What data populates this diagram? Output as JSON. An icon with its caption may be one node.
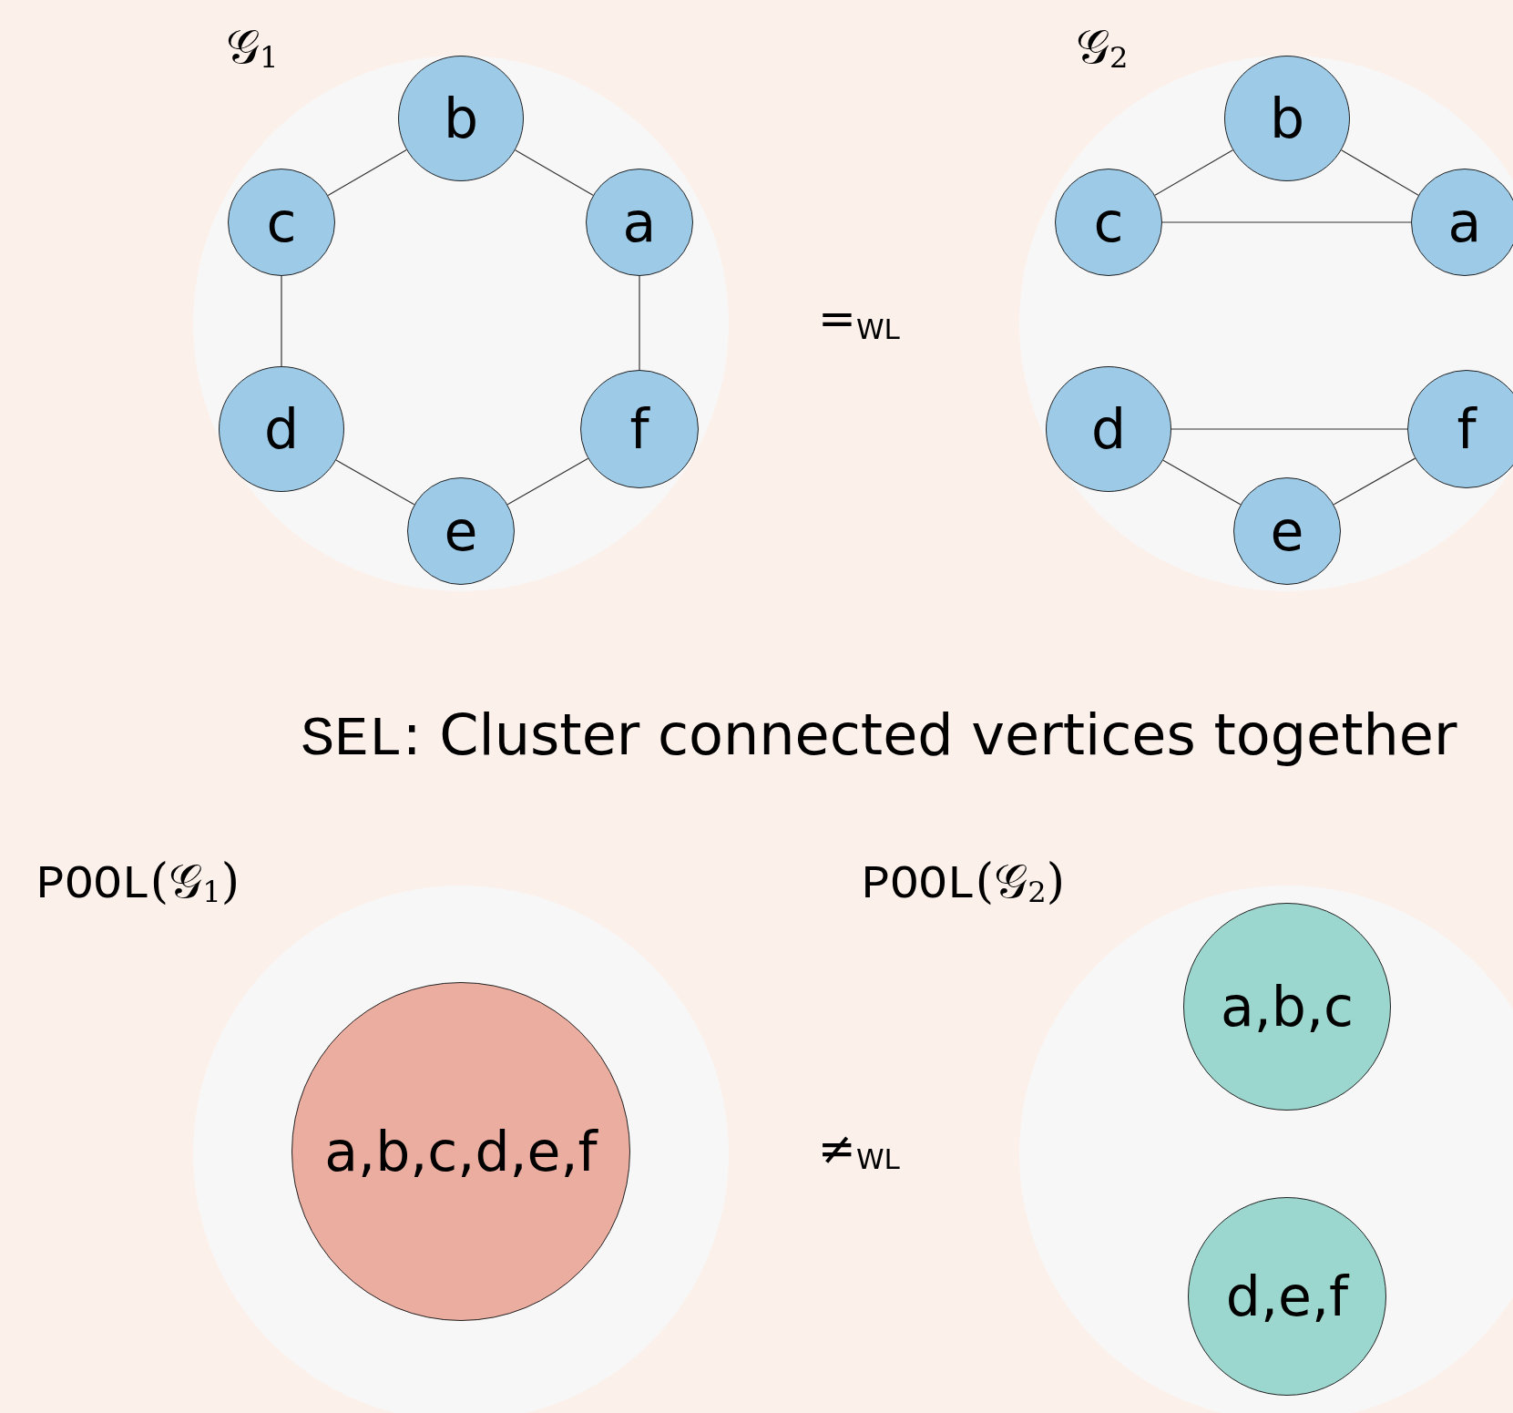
{
  "diagram": {
    "nodes": [
      {
        "text": [
          "𝒢$_{1}$"
        ]
      },
      {
        "text": [
          "b"
        ],
        "in": 0
      },
      {
        "text": [
          "c"
        ],
        "in": 0
      },
      {
        "text": [
          "a"
        ],
        "in": 0
      },
      {
        "text": [
          "d"
        ],
        "in": 0
      },
      {
        "text": [
          "f"
        ],
        "in": 0
      },
      {
        "text": [
          "e"
        ],
        "in": 0
      },
      {
        "text": [
          "𝒢$_{2}$"
        ]
      },
      {
        "text": [
          "b"
        ],
        "in": 7
      },
      {
        "text": [
          "c"
        ],
        "in": 7
      },
      {
        "text": [
          "a"
        ],
        "in": 7
      },
      {
        "text": [
          "d"
        ],
        "in": 7
      },
      {
        "text": [
          "f"
        ],
        "in": 7
      },
      {
        "text": [
          "e"
        ],
        "in": 7
      },
      {
        "text": [
          "POOL(𝒢$_{1}$)"
        ]
      },
      {
        "text": [
          "a,b,c,d,e,f"
        ],
        "in": 14
      },
      {
        "text": [
          "POOL(𝒢$_{2}$)"
        ]
      },
      {
        "text": [
          "a,b,c"
        ],
        "in": 16
      },
      {
        "text": [
          "d,e,f"
        ],
        "in": 16
      }
    ],
    "edges": [
      {
        "from": 1,
        "to": 2,
        "arrow": "none"
      },
      {
        "from": 1,
        "to": 3,
        "arrow": "none"
      },
      {
        "from": 2,
        "to": 4,
        "arrow": "none"
      },
      {
        "from": 3,
        "to": 5,
        "arrow": "none"
      },
      {
        "from": 4,
        "to": 6,
        "arrow": "none"
      },
      {
        "from": 6,
        "to": 5,
        "arrow": "none"
      },
      {
        "from": 8,
        "to": 9,
        "arrow": "none"
      },
      {
        "from": 8,
        "to": 10,
        "arrow": "none"
      },
      {
        "from": 9,
        "to": 10,
        "arrow": "none"
      },
      {
        "from": 11,
        "to": 12,
        "arrow": "none"
      },
      {
        "from": 11,
        "to": 13,
        "arrow": "none"
      },
      {
        "from": 13,
        "to": 12,
        "arrow": "none"
      }
    ],
    "labels": [
      "=$_{WL}$",
      "SEL: Cluster connected vertices together",
      "≠$_{WL}$"
    ]
  }
}
